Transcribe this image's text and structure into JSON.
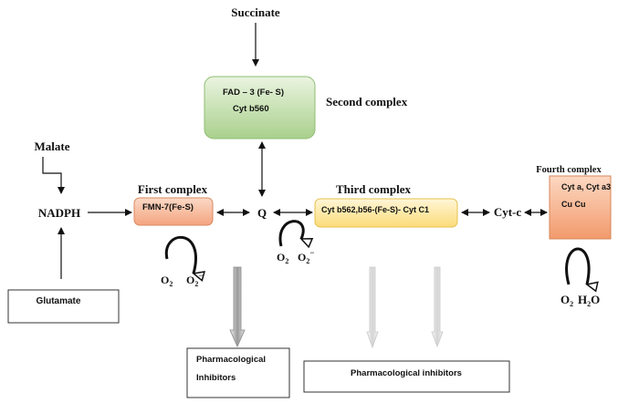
{
  "labels": {
    "succinate": "Succinate",
    "malate": "Malate",
    "nadph": "NADPH",
    "glutamate": "Glutamate",
    "q": "Q",
    "cyt_c": "Cyt-c"
  },
  "complexes": {
    "first": {
      "title": "First complex",
      "line1": "FMN-7(Fe-S)"
    },
    "second": {
      "title": "Second complex",
      "line1": "FAD – 3 (Fe- S)",
      "line2": "Cyt b560"
    },
    "third": {
      "title": "Third complex",
      "line1": "Cyt b562,b56-(Fe-S)- Cyt C1"
    },
    "fourth": {
      "title": "Fourth complex",
      "line1": "Cyt a, Cyt a3",
      "line2": "Cu Cu"
    }
  },
  "oxygen": {
    "first_o2": "O",
    "first_o2_sub": "2",
    "first_sup": "O",
    "first_sup_sub": "2",
    "first_sup_charge": "−",
    "q_o2": "O",
    "q_o2_sub": "2",
    "q_sup": "O",
    "q_sup_sub": "2",
    "q_sup_charge": "−",
    "fourth_o2": "O",
    "fourth_o2_sub": "2",
    "fourth_h2o": "H",
    "fourth_h2o_sub": "2",
    "fourth_h2o_end": "O"
  },
  "inhibitors": {
    "box1_line1": "Pharmacological",
    "box1_line2": "Inhibitors",
    "box2": "Pharmacological inhibitors"
  },
  "colors": {
    "first_fill": "#f4b190",
    "second_fill": "#c3dfae",
    "third_fill": "#fde9a6",
    "fourth_fill": "#f6b48f"
  }
}
